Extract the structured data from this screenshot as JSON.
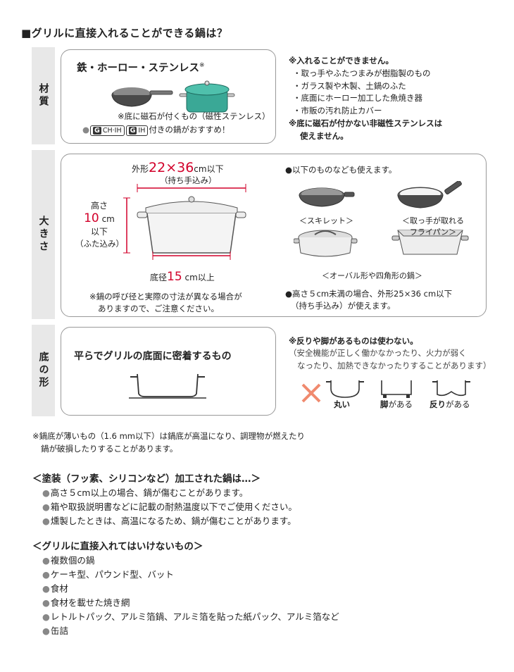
{
  "heading": "■グリルに直接入れることができる鍋は？",
  "material": {
    "side_label": "材質",
    "title": "鉄・ホーロー・ステンレス",
    "title_mark": "※",
    "magnet_note": "※底に磁石が付くもの（磁性ステンレス）",
    "badge1": "CH·IH",
    "badge2": "IH",
    "recommend": "付きの鍋がおすすめ！",
    "not_allowed_title": "※入れることができません。",
    "not_allowed": [
      "・取っ手やふたつまみが樹脂製のもの",
      "・ガラス製や木製、土鍋のふた",
      "・底面にホーロー加工した魚焼き器",
      "・市販の汚れ防止カバー"
    ],
    "nonmag_line1": "※底に磁石が付かない非磁性ステンレスは",
    "nonmag_line2": "使えません。"
  },
  "size": {
    "side_label": "大きさ",
    "outer_prefix": "外形",
    "outer_value": "22×36",
    "outer_unit": "cm以下",
    "outer_sub": "（持ち手込み）",
    "height_label": "高さ",
    "height_value": "10",
    "height_unit": "cm",
    "height_below": "以下",
    "height_sub": "（ふた込み）",
    "base_prefix": "底径",
    "base_value": "15",
    "base_unit": "cm以上",
    "caution_line1": "※鍋の呼び径と実際の寸法が異なる場合が",
    "caution_line2": "ありますので、ご注意ください。",
    "also_title": "●以下のものなども使えます。",
    "cap_skillet": "＜スキレット＞",
    "cap_pan_line1": "＜取っ手が取れる",
    "cap_pan_line2": "フライパン＞",
    "cap_oval": "＜オーバル形や四角形の鍋＞",
    "low_line1": "●高さ５cm未満の場合、外形25×36 cm以下",
    "low_line2": "（持ち手込み）が使えます。"
  },
  "shape": {
    "side_label": "底の形",
    "title": "平らでグリルの底面に密着するもの",
    "bad_title": "※反りや脚があるものは使わない。",
    "bad_line1": "（安全機能が正しく働かなかったり、火力が弱く",
    "bad_line2": "なったり、加熱できなかったりすることがあります）",
    "round": "丸い",
    "legs_bold": "脚",
    "legs_rest": "がある",
    "warp_bold": "反り",
    "warp_rest": "がある"
  },
  "thin_note_line1": "※鍋底が薄いもの（1.6 mm以下）は鍋底が高温になり、調理物が燃えたり",
  "thin_note_line2": "鍋が破損したりすることがあります。",
  "coated": {
    "title": "＜塗装（フッ素、シリコンなど）加工された鍋は…＞",
    "items": [
      "高さ５cm以上の場合、鍋が傷むことがあります。",
      "箱や取扱説明書などに記載の耐熱温度以下でご使用ください。",
      "燻製したときは、高温になるため、鍋が傷むことがあります。"
    ]
  },
  "prohibited": {
    "title": "＜グリルに直接入れてはいけないもの＞",
    "items": [
      "複数個の鍋",
      "ケーキ型、パウンド型、バット",
      "食材",
      "食材を載せた焼き網",
      "レトルトパック、アルミ箔鍋、アルミ箔を貼った紙パック、アルミ箔など",
      "缶詰"
    ]
  },
  "colors": {
    "accent_red": "#d2002a",
    "teal_pot": "#3aa896",
    "cross": "#f08a6e",
    "side_gray": "#e8e8e8"
  }
}
